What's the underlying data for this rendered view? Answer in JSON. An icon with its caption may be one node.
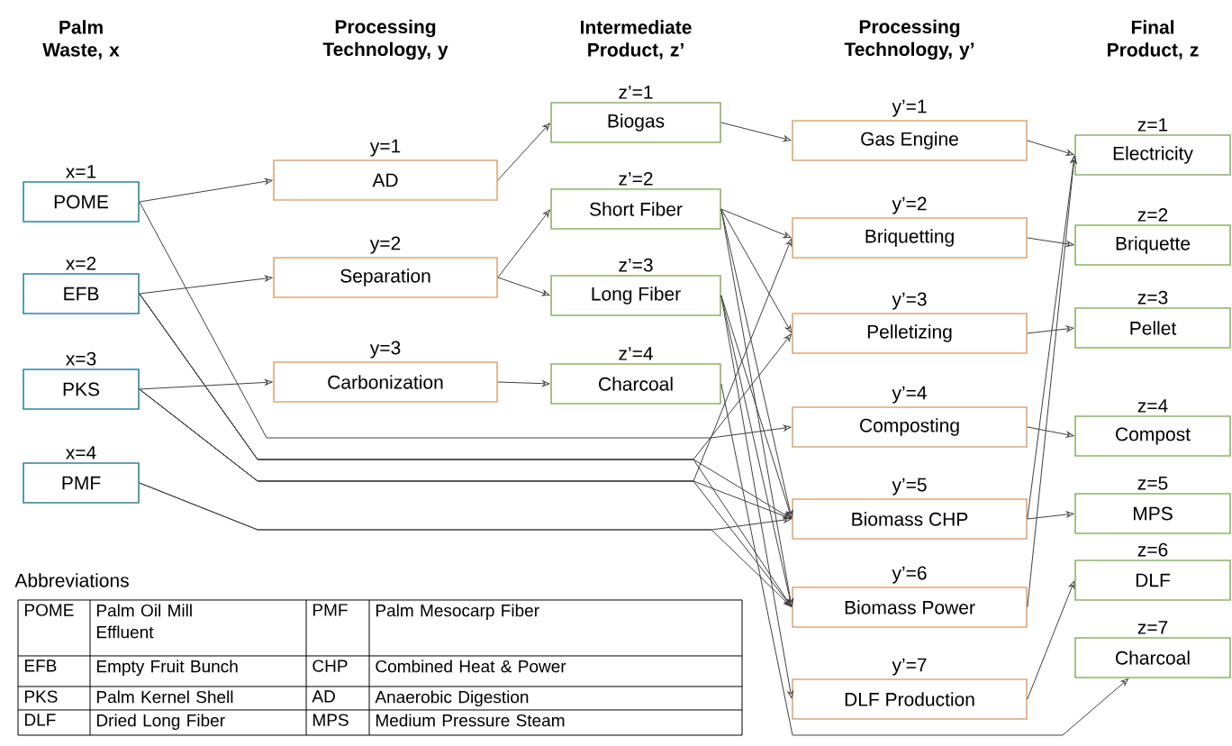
{
  "diagram": {
    "nodes": [
      {
        "text": [
          "POME"
        ],
        "beside": [
          "x=1"
        ]
      },
      {
        "text": [
          "EFB"
        ],
        "beside": [
          "x=2"
        ]
      },
      {
        "text": [
          "PKS"
        ],
        "beside": [
          "x=3"
        ]
      },
      {
        "text": [
          "PMF"
        ],
        "beside": [
          "x=4"
        ]
      },
      {
        "text": [
          "AD"
        ],
        "beside": [
          "y=1"
        ]
      },
      {
        "text": [
          "Separation"
        ],
        "beside": [
          "y=2"
        ]
      },
      {
        "text": [
          "Carbonization"
        ],
        "beside": [
          "y=3"
        ]
      },
      {
        "text": [
          "Biogas"
        ],
        "beside": [
          "z’=1"
        ]
      },
      {
        "text": [
          "Short Fiber"
        ],
        "beside": [
          "z’=2"
        ]
      },
      {
        "text": [
          "Long Fiber"
        ],
        "beside": [
          "z’=3"
        ]
      },
      {
        "text": [
          "Charcoal"
        ],
        "beside": [
          "z’=4"
        ]
      },
      {
        "text": [
          "Gas Engine"
        ],
        "beside": [
          "y’=1"
        ]
      },
      {
        "text": [
          "Briquetting"
        ],
        "beside": [
          "y’=2"
        ]
      },
      {
        "text": [
          "Pelletizing"
        ],
        "beside": [
          "y’=3"
        ]
      },
      {
        "text": [
          "Composting"
        ],
        "beside": [
          "y’=4"
        ]
      },
      {
        "text": [
          "Biomass CHP"
        ],
        "beside": [
          "y’=5"
        ]
      },
      {
        "text": [
          "Biomass Power"
        ],
        "beside": [
          "y’=6"
        ]
      },
      {
        "text": [
          "DLF Production"
        ],
        "beside": [
          "y’=7"
        ]
      },
      {
        "text": [
          "Electricity"
        ],
        "beside": [
          "z=1"
        ]
      },
      {
        "text": [
          "Briquette"
        ],
        "beside": [
          "z=2"
        ]
      },
      {
        "text": [
          "Pellet"
        ],
        "beside": [
          "z=3"
        ]
      },
      {
        "text": [
          "Compost"
        ],
        "beside": [
          "z=4"
        ]
      },
      {
        "text": [
          "MPS"
        ],
        "beside": [
          "z=5"
        ]
      },
      {
        "text": [
          "DLF"
        ],
        "beside": [
          "z=6"
        ]
      },
      {
        "text": [
          "Charcoal"
        ],
        "beside": [
          "z=7"
        ]
      }
    ],
    "edges": [
      {
        "from": 0,
        "to": 4,
        "arrow": "to"
      },
      {
        "from": 1,
        "to": 5,
        "arrow": "to"
      },
      {
        "from": 2,
        "to": 6,
        "arrow": "to"
      },
      {
        "from": 4,
        "to": 7,
        "arrow": "to"
      },
      {
        "from": 5,
        "to": 8,
        "arrow": "to"
      },
      {
        "from": 5,
        "to": 9,
        "arrow": "to"
      },
      {
        "from": 6,
        "to": 10,
        "arrow": "to"
      },
      {
        "from": 7,
        "to": 11,
        "arrow": "to"
      },
      {
        "from": 8,
        "to": 12,
        "arrow": "to"
      },
      {
        "from": 8,
        "to": 13,
        "arrow": "to"
      },
      {
        "from": 8,
        "to": 15,
        "arrow": "to"
      },
      {
        "from": 8,
        "to": 16,
        "arrow": "to"
      },
      {
        "from": 9,
        "to": 15,
        "arrow": "to"
      },
      {
        "from": 9,
        "to": 16,
        "arrow": "to"
      },
      {
        "from": 9,
        "to": 17,
        "arrow": "to"
      },
      {
        "from": 0,
        "to": 14,
        "arrow": "to"
      },
      {
        "from": 1,
        "to": 13,
        "arrow": "to"
      },
      {
        "from": 1,
        "to": 15,
        "arrow": "to"
      },
      {
        "from": 1,
        "to": 16,
        "arrow": "to"
      },
      {
        "from": 2,
        "to": 12,
        "arrow": "to"
      },
      {
        "from": 2,
        "to": 15,
        "arrow": "to"
      },
      {
        "from": 2,
        "to": 16,
        "arrow": "to"
      },
      {
        "from": 3,
        "to": 15,
        "arrow": "to"
      },
      {
        "from": 3,
        "to": 16,
        "arrow": "to"
      },
      {
        "from": 10,
        "to": 24,
        "arrow": "to"
      },
      {
        "from": 11,
        "to": 18,
        "arrow": "to"
      },
      {
        "from": 12,
        "to": 19,
        "arrow": "to"
      },
      {
        "from": 13,
        "to": 20,
        "arrow": "to"
      },
      {
        "from": 14,
        "to": 21,
        "arrow": "to"
      },
      {
        "from": 15,
        "to": 22,
        "arrow": "to"
      },
      {
        "from": 15,
        "to": 18,
        "arrow": "to"
      },
      {
        "from": 16,
        "to": 18,
        "arrow": "to"
      },
      {
        "from": 17,
        "to": 23,
        "arrow": "to"
      }
    ],
    "labels": [
      "Palm Waste, x",
      "Processing Technology, y",
      "Intermediate Product, z’",
      "Processing Technology, y’",
      "Final Product, z",
      "Abbreviations",
      "POME",
      "Palm Oil Mill Effluent",
      "PMF",
      "Palm Mesocarp Fiber",
      "EFB",
      "Empty Fruit Bunch",
      "CHP",
      "Combined Heat & Power",
      "PKS",
      "Palm Kernel Shell",
      "AD",
      "Anaerobic Digestion",
      "DLF",
      "Dried Long Fiber",
      "MPS",
      "Medium Pressure Steam"
    ]
  }
}
